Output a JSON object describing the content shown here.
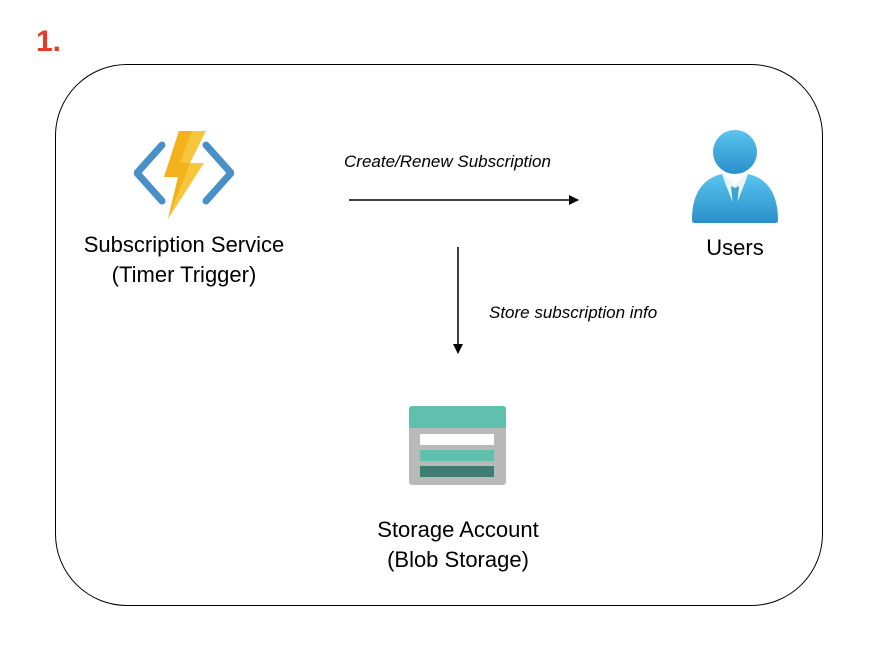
{
  "step_number": "1.",
  "nodes": {
    "subscription_service": {
      "line1": "Subscription Service",
      "line2": "(Timer Trigger)",
      "icon": "azure-function-icon"
    },
    "users": {
      "label": "Users",
      "icon": "user-icon"
    },
    "storage_account": {
      "line1": "Storage Account",
      "line2": "(Blob Storage)",
      "icon": "storage-account-icon"
    }
  },
  "edges": {
    "create_renew": {
      "label": "Create/Renew Subscription",
      "from": "subscription_service",
      "to": "users"
    },
    "store_info": {
      "label": "Store subscription info",
      "from": "subscription_service",
      "to": "storage_account"
    }
  },
  "colors": {
    "step_number": "#e8392b",
    "function_bolt": "#f8c63c",
    "function_brackets": "#4a90c8",
    "user_body": "#3aa3d8",
    "storage_teal": "#5fc0ad",
    "storage_dark": "#3f7d72",
    "storage_gray": "#b9b9b9"
  }
}
